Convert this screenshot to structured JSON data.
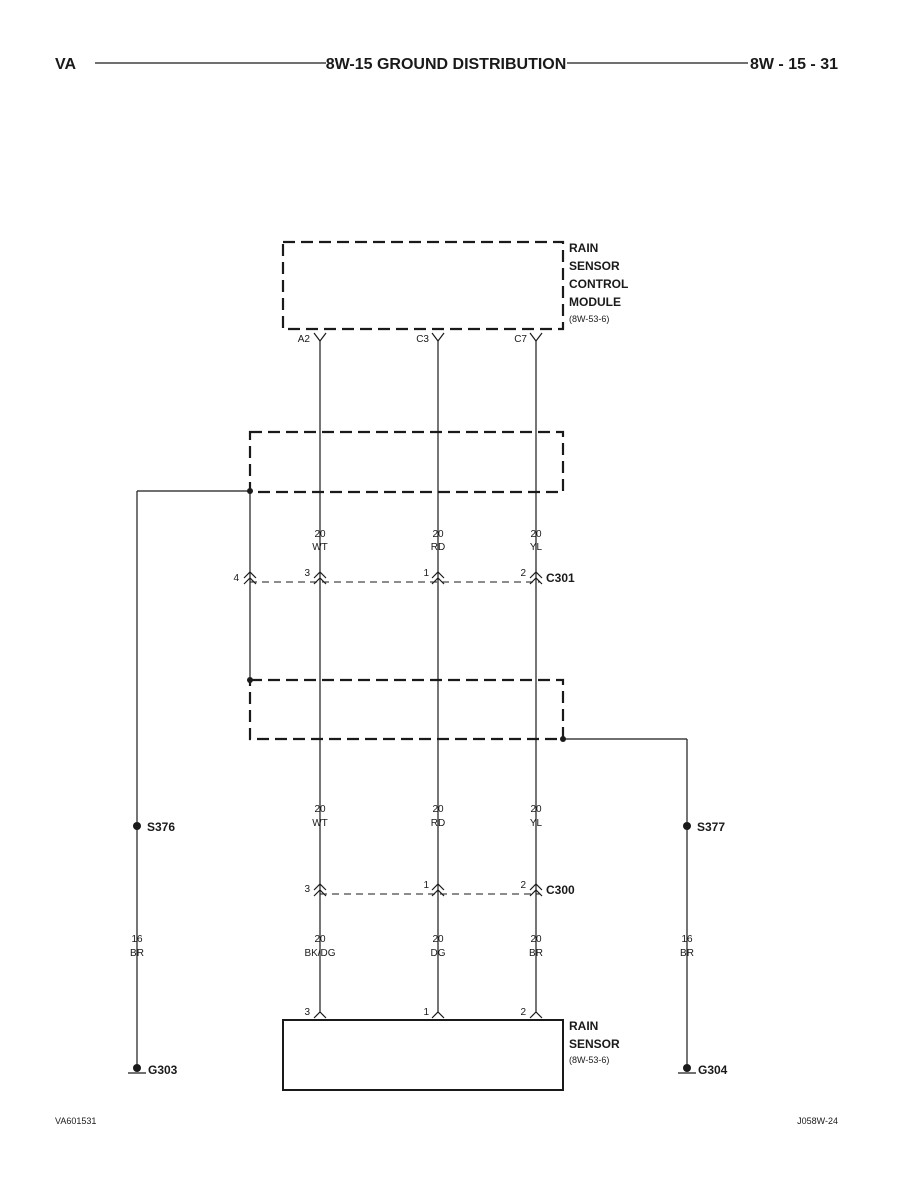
{
  "header": {
    "left": "VA",
    "center": "8W-15 GROUND DISTRIBUTION",
    "right": "8W - 15 - 31"
  },
  "footer": {
    "left": "VA601531",
    "right": "J058W-24"
  },
  "module": {
    "lines": [
      "RAIN",
      "SENSOR",
      "CONTROL",
      "MODULE"
    ],
    "ref": "(8W-53-6)",
    "pins": [
      "A2",
      "C3",
      "C7"
    ]
  },
  "upper_wires": [
    {
      "gauge": "20",
      "color": "WT"
    },
    {
      "gauge": "20",
      "color": "RD"
    },
    {
      "gauge": "20",
      "color": "YL"
    }
  ],
  "c301": {
    "name": "C301",
    "pins": [
      "4",
      "3",
      "1",
      "2"
    ]
  },
  "mid_wires": [
    {
      "gauge": "20",
      "color": "WT"
    },
    {
      "gauge": "20",
      "color": "RD"
    },
    {
      "gauge": "20",
      "color": "YL"
    }
  ],
  "c300": {
    "name": "C300",
    "pins": [
      "3",
      "1",
      "2"
    ]
  },
  "lower_wires": [
    {
      "gauge": "20",
      "color": "BK/DG"
    },
    {
      "gauge": "20",
      "color": "DG"
    },
    {
      "gauge": "20",
      "color": "BR"
    }
  ],
  "splices": {
    "left": "S376",
    "right": "S377"
  },
  "ground_wires": {
    "left": {
      "gauge": "16",
      "color": "BR"
    },
    "right": {
      "gauge": "16",
      "color": "BR"
    }
  },
  "grounds": {
    "left": "G303",
    "right": "G304"
  },
  "sensor": {
    "lines": [
      "RAIN",
      "SENSOR"
    ],
    "ref": "(8W-53-6)",
    "pins": [
      "3",
      "1",
      "2"
    ]
  }
}
